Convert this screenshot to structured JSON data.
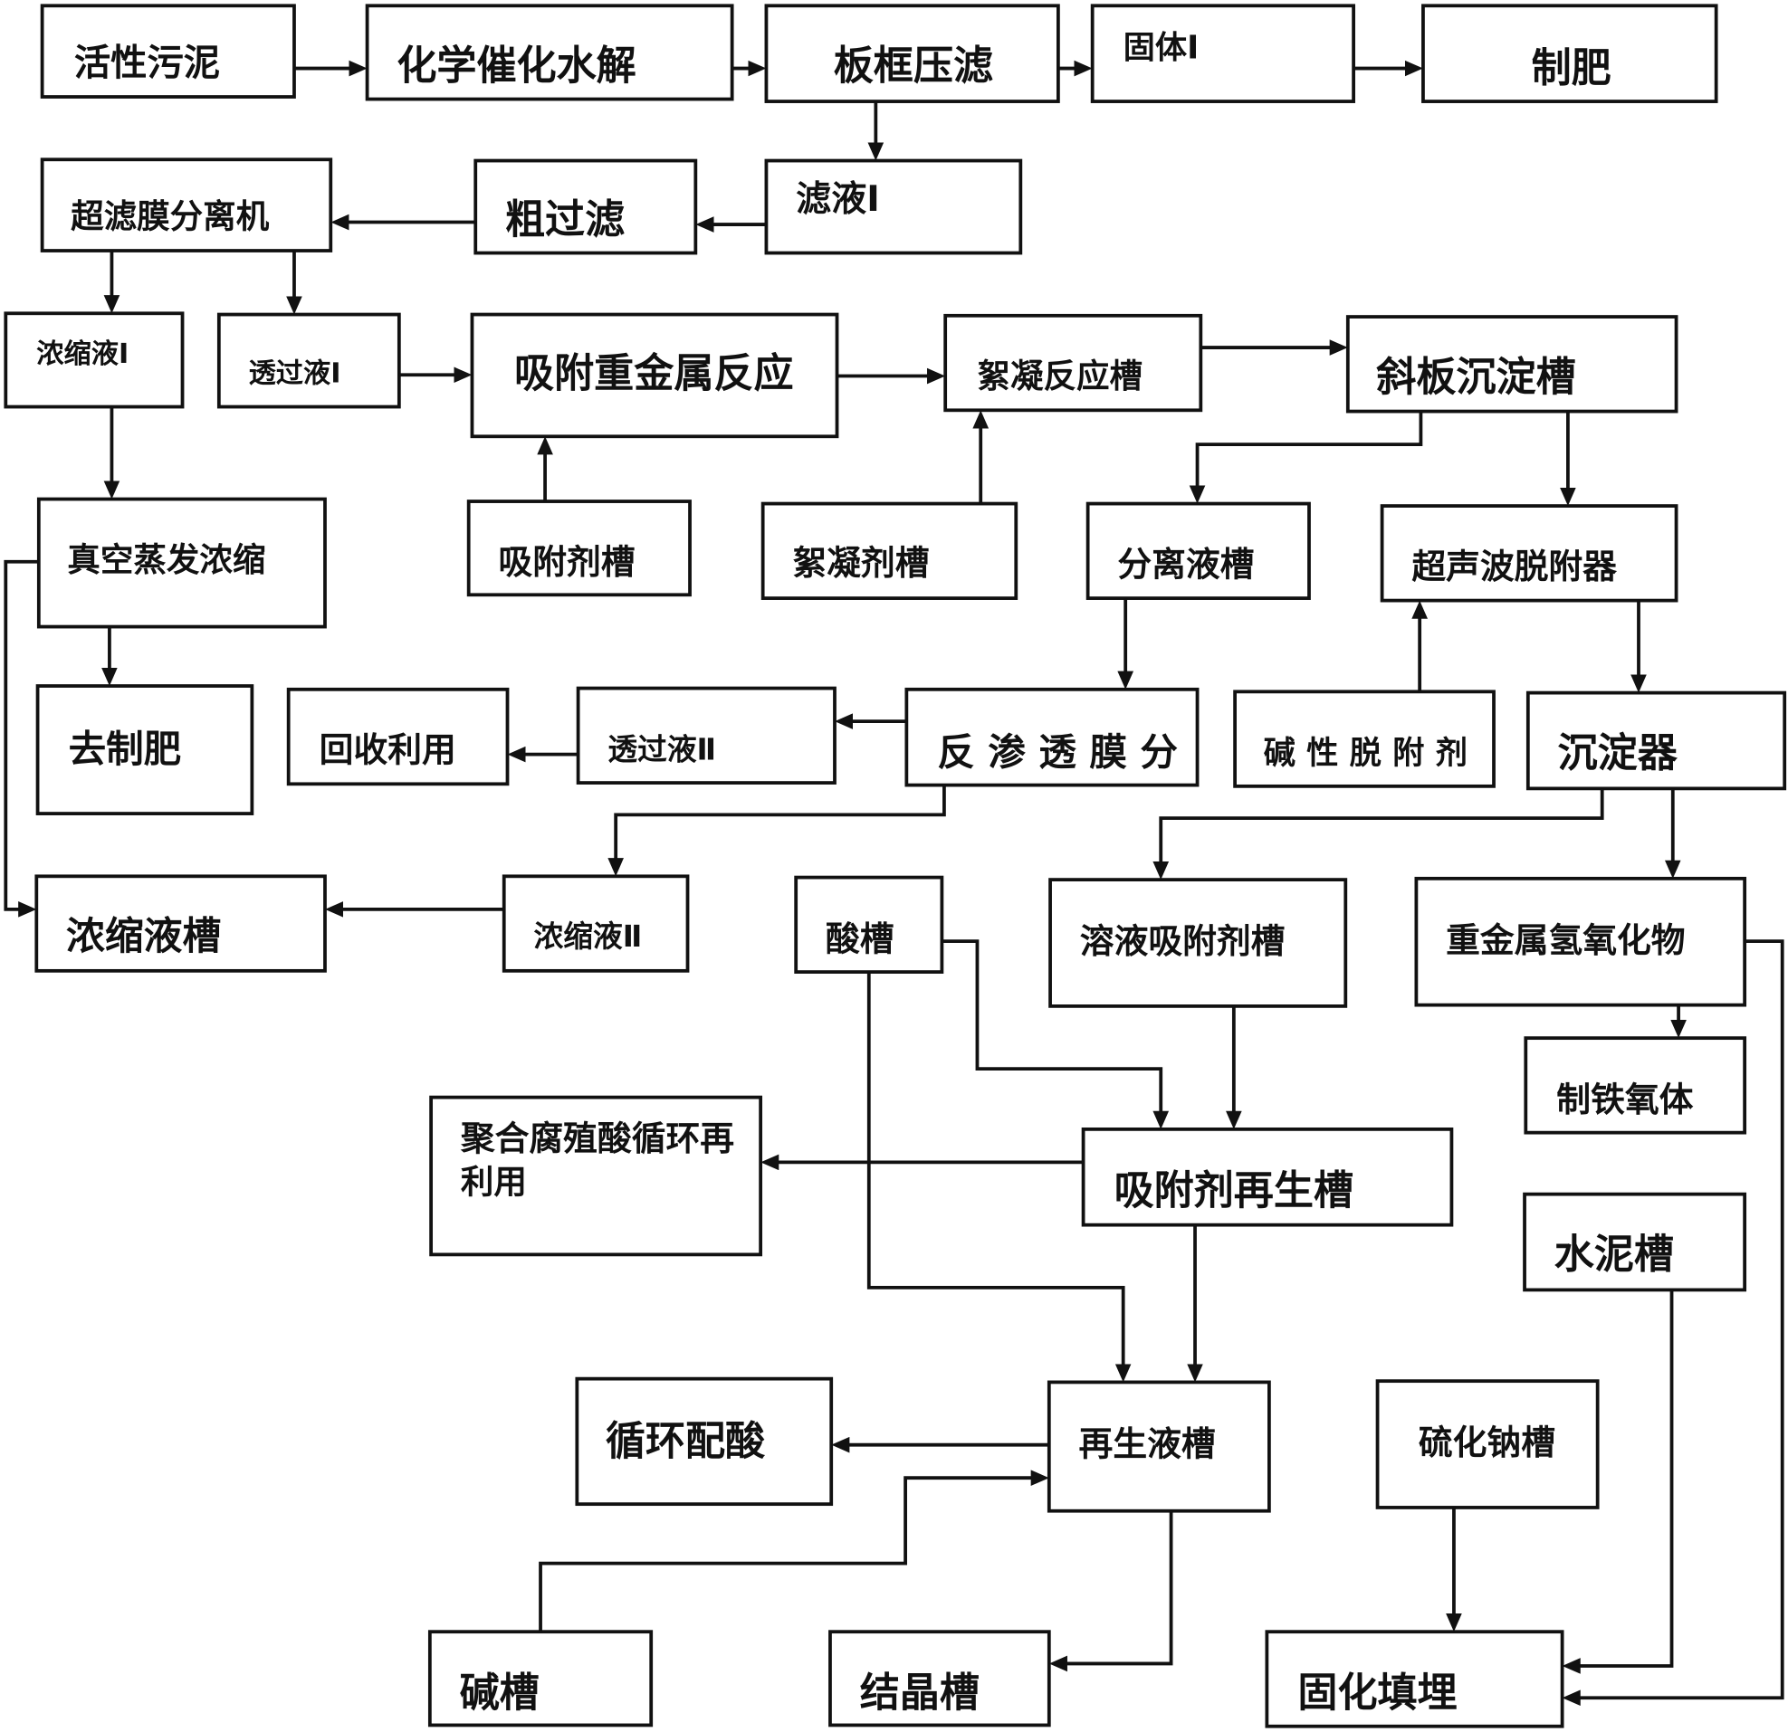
{
  "diagram": {
    "nodes": [
      {
        "label": "活性污泥"
      },
      {
        "label": "化学催化水解"
      },
      {
        "label": "板框压滤"
      },
      {
        "label": "固体Ⅰ"
      },
      {
        "label": "制肥"
      },
      {
        "label": "超滤膜分离机"
      },
      {
        "label": "粗过滤"
      },
      {
        "label": "滤液Ⅰ"
      },
      {
        "label": "浓缩液Ⅰ"
      },
      {
        "label": "透过液Ⅰ"
      },
      {
        "label": "吸附重金属反应"
      },
      {
        "label": "絮凝反应槽"
      },
      {
        "label": "斜板沉淀槽"
      },
      {
        "label": "真空蒸发浓缩"
      },
      {
        "label": "吸附剂槽"
      },
      {
        "label": "絮凝剂槽"
      },
      {
        "label": "分离液槽"
      },
      {
        "label": "超声波脱附器"
      },
      {
        "label": "去制肥"
      },
      {
        "label": "回收利用"
      },
      {
        "label": "透过液Ⅱ"
      },
      {
        "label": "反 渗 透 膜 分"
      },
      {
        "label": "碱 性 脱 附 剂"
      },
      {
        "label": "沉淀器"
      },
      {
        "label": "浓缩液槽"
      },
      {
        "label": "浓缩液Ⅱ"
      },
      {
        "label": "酸槽"
      },
      {
        "label": "溶液吸附剂槽"
      },
      {
        "label": "重金属氢氧化物"
      },
      {
        "label": "制铁氧体"
      },
      {
        "label_lines": [
          "聚合腐殖酸循环再",
          "利用"
        ]
      },
      {
        "label": "吸附剂再生槽"
      },
      {
        "label": "水泥槽"
      },
      {
        "label": "循环配酸"
      },
      {
        "label": "再生液槽"
      },
      {
        "label": "硫化钠槽"
      },
      {
        "label": "碱槽"
      },
      {
        "label": "结晶槽"
      },
      {
        "label": "固化填埋"
      }
    ],
    "edges": [
      {
        "from": 0,
        "to": 1
      },
      {
        "from": 1,
        "to": 2
      },
      {
        "from": 2,
        "to": 3
      },
      {
        "from": 3,
        "to": 4
      },
      {
        "from": 2,
        "to": 7
      },
      {
        "from": 7,
        "to": 6
      },
      {
        "from": 6,
        "to": 5
      },
      {
        "from": 5,
        "to": 8
      },
      {
        "from": 5,
        "to": 9
      },
      {
        "from": 9,
        "to": 10
      },
      {
        "from": 10,
        "to": 11
      },
      {
        "from": 11,
        "to": 12
      },
      {
        "from": 8,
        "to": 13
      },
      {
        "from": 14,
        "to": 10
      },
      {
        "from": 15,
        "to": 11
      },
      {
        "from": 12,
        "to": 16
      },
      {
        "from": 12,
        "to": 17
      },
      {
        "from": 13,
        "to": 18
      },
      {
        "from": 13,
        "to": 24
      },
      {
        "from": 16,
        "to": 21
      },
      {
        "from": 21,
        "to": 20
      },
      {
        "from": 20,
        "to": 19
      },
      {
        "from": 22,
        "to": 17
      },
      {
        "from": 17,
        "to": 23
      },
      {
        "from": 21,
        "to": 25
      },
      {
        "from": 25,
        "to": 24
      },
      {
        "from": 23,
        "to": 27
      },
      {
        "from": 23,
        "to": 28
      },
      {
        "from": 28,
        "to": 29
      },
      {
        "from": 28,
        "to": 38
      },
      {
        "from": 27,
        "to": 31
      },
      {
        "from": 26,
        "to": 31
      },
      {
        "from": 26,
        "to": 34
      },
      {
        "from": 31,
        "to": 30
      },
      {
        "from": 31,
        "to": 34
      },
      {
        "from": 34,
        "to": 33
      },
      {
        "from": 36,
        "to": 34
      },
      {
        "from": 34,
        "to": 37
      },
      {
        "from": 35,
        "to": 38
      },
      {
        "from": 32,
        "to": 38
      }
    ]
  }
}
